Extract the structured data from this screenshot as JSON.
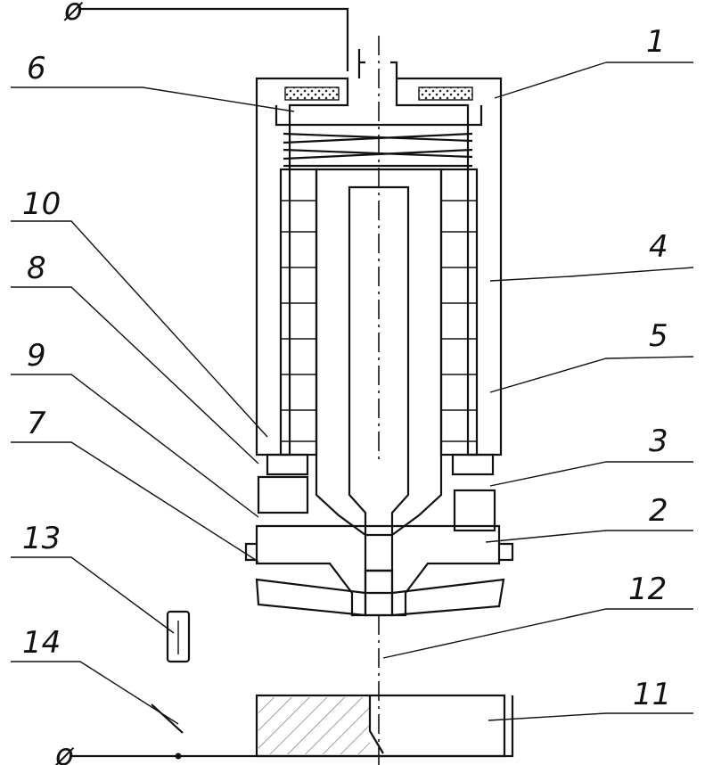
{
  "labels": {
    "l1": "1",
    "l2": "2",
    "l3": "3",
    "l4": "4",
    "l5": "5",
    "l6": "6",
    "l7": "7",
    "l8": "8",
    "l9": "9",
    "l10": "10",
    "l11": "11",
    "l12": "12",
    "l13": "13",
    "l14": "14"
  },
  "terminals": {
    "top": "ø",
    "bottom": "ø"
  }
}
